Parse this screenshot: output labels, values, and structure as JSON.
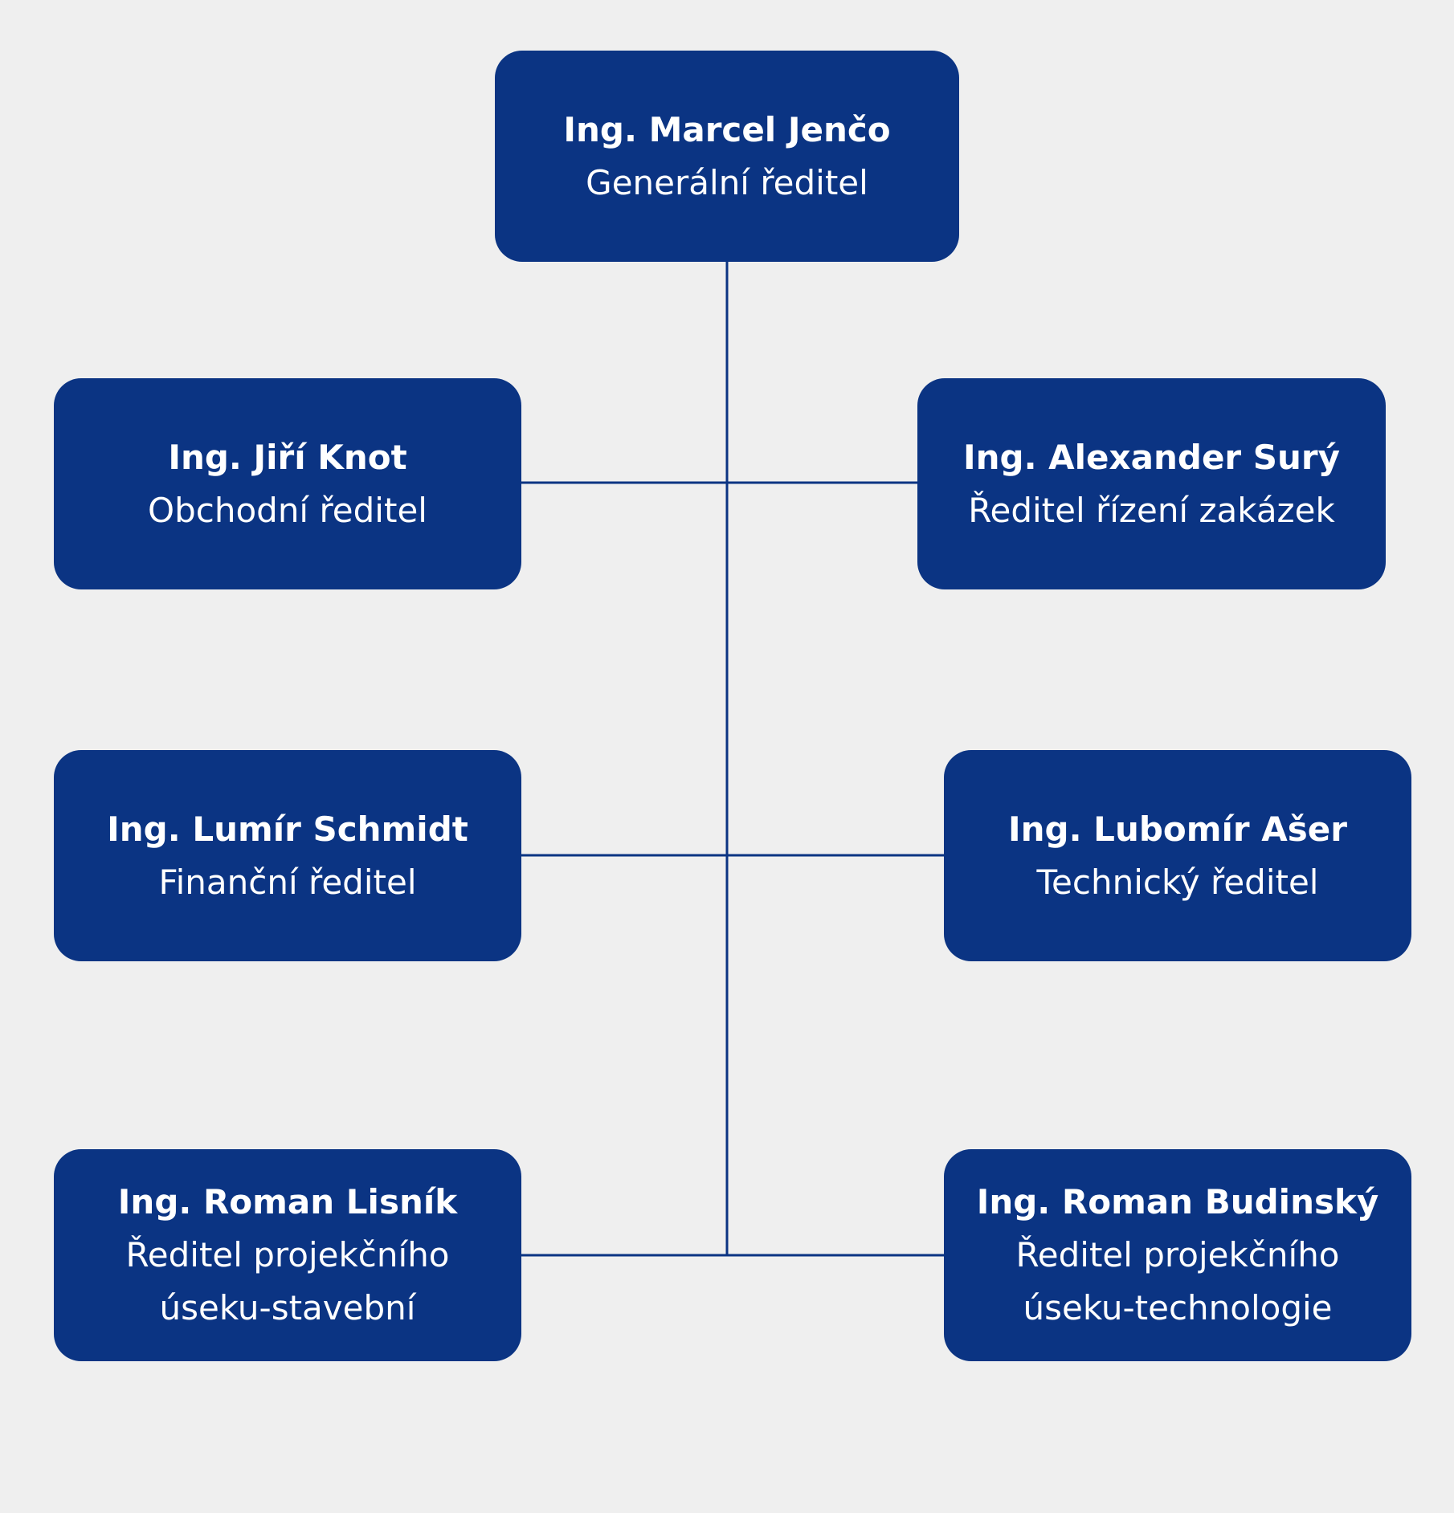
{
  "colors": {
    "background": "#efefef",
    "box_fill": "#0b3483",
    "text": "#ffffff",
    "connector": "#0b3483"
  },
  "nodes": {
    "ceo": {
      "name": "Ing. Marcel Jenčo",
      "role": "Generální ředitel"
    },
    "sales": {
      "name": "Ing. Jiří Knot",
      "role": "Obchodní ředitel"
    },
    "orders": {
      "name": "Ing. Alexander Surý",
      "role": "Ředitel řízení zakázek"
    },
    "finance": {
      "name": "Ing. Lumír Schmidt",
      "role": "Finanční ředitel"
    },
    "tech": {
      "name": "Ing. Lubomír Ašer",
      "role": "Technický ředitel"
    },
    "proj_con": {
      "name": "Ing. Roman Lisník",
      "role": "Ředitel projekčního\núseku-stavební"
    },
    "proj_tec": {
      "name": "Ing. Roman Budinský",
      "role": "Ředitel projekčního\núseku-technologie"
    }
  }
}
